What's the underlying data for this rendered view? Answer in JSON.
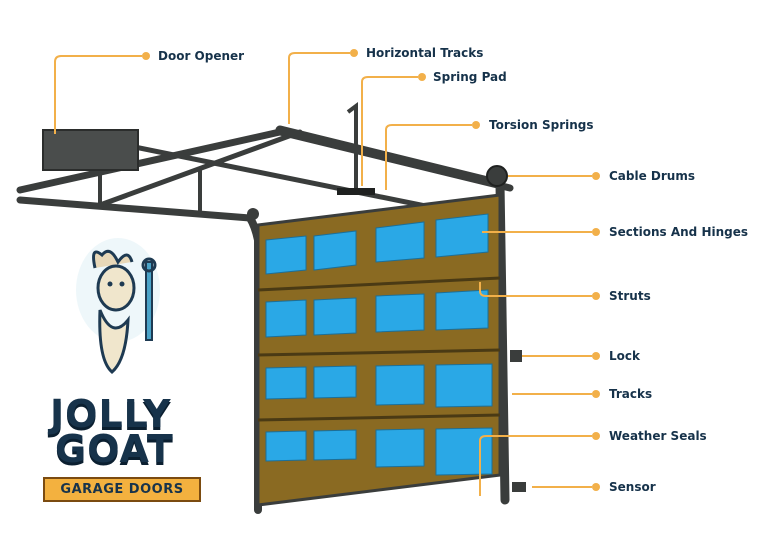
{
  "labels": {
    "door_opener": "Door Opener",
    "horizontal_tracks": "Horizontal Tracks",
    "spring_pad": "Spring Pad",
    "torsion_springs": "Torsion Springs",
    "cable_drums": "Cable Drums",
    "sections_and_hinges": "Sections And Hinges",
    "struts": "Struts",
    "lock": "Lock",
    "tracks": "Tracks",
    "weather_seals": "Weather Seals",
    "sensor": "Sensor"
  },
  "logo": {
    "line1": "JOLLY",
    "line2": "GOAT",
    "banner": "GARAGE DOORS"
  },
  "colors": {
    "callout": "#f2b04a",
    "label_text": "#16324a",
    "door_panel": "#8a6a22",
    "glass": "#2aa8e6",
    "frame": "#3a3d3c",
    "logo_orange": "#f3b13f"
  }
}
